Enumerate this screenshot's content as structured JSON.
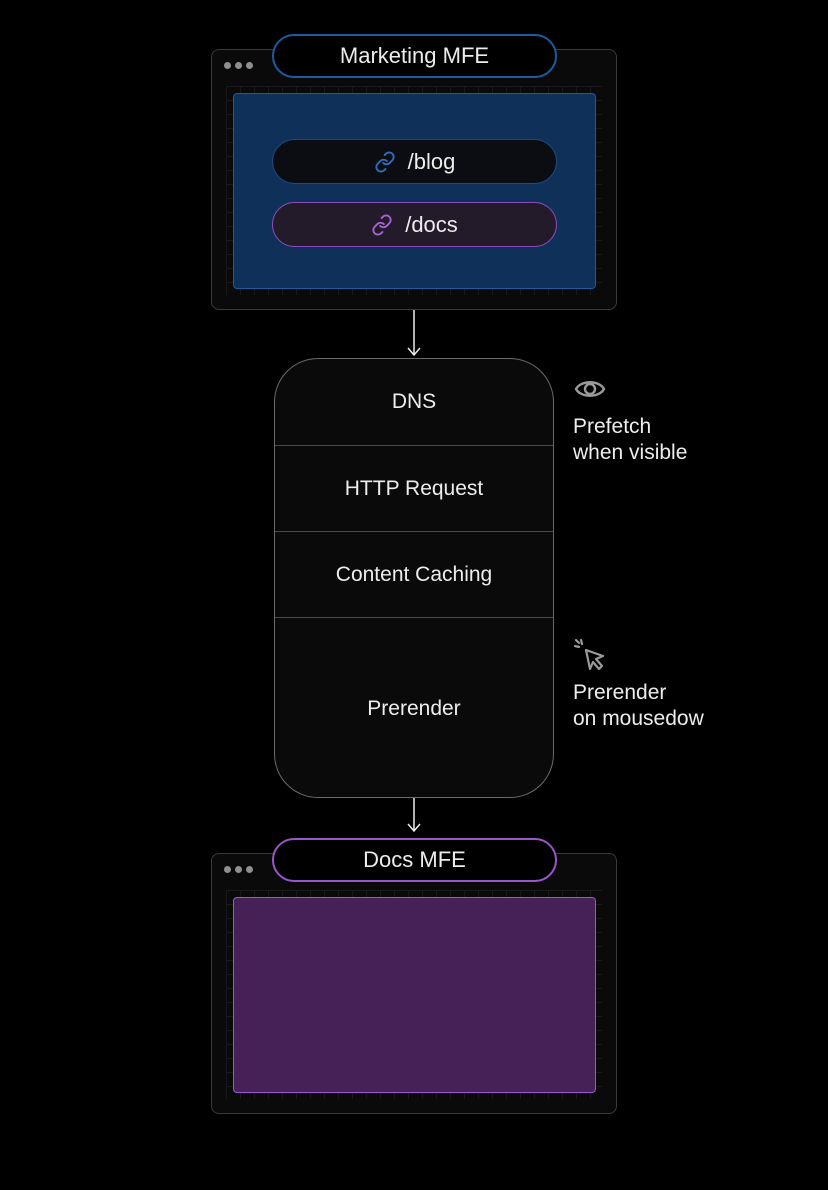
{
  "marketing": {
    "title": "Marketing MFE",
    "links": [
      {
        "label": "/blog"
      },
      {
        "label": "/docs"
      }
    ]
  },
  "pipeline": {
    "stages": [
      {
        "label": "DNS"
      },
      {
        "label": "HTTP Request"
      },
      {
        "label": "Content Caching"
      },
      {
        "label": "Prerender"
      }
    ]
  },
  "annotations": {
    "prefetch": {
      "icon": "eye-icon",
      "line1": "Prefetch",
      "line2": "when visible"
    },
    "prerender": {
      "icon": "pointer-click-icon",
      "line1": "Prerender",
      "line2": "on mousedow"
    }
  },
  "docs": {
    "title": "Docs MFE"
  },
  "colors": {
    "blue_accent": "#1e5aa0",
    "blue_fill": "#0f3058",
    "purple_accent": "#9a56cc",
    "purple_fill": "#462157"
  }
}
